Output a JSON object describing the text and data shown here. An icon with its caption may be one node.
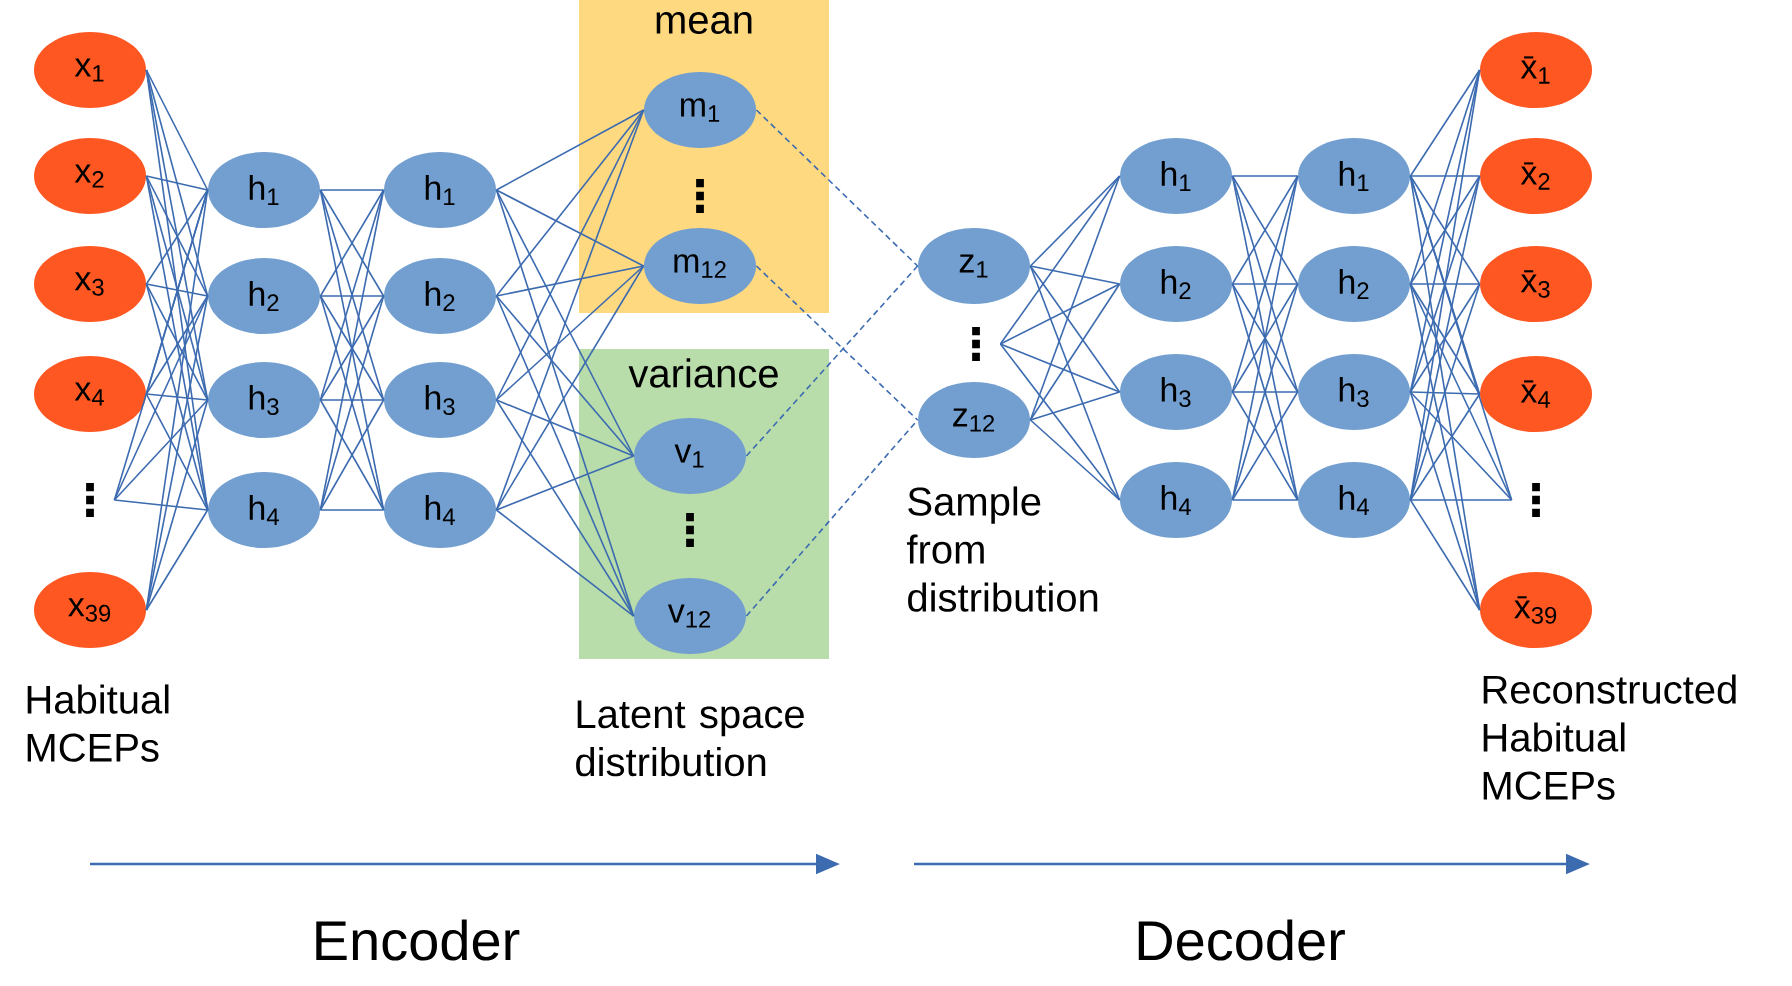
{
  "diagram": {
    "nodes": [
      {
        "text": [
          "x$_{1}$"
        ]
      },
      {
        "text": [
          "x$_{2}$"
        ]
      },
      {
        "text": [
          "x$_{3}$"
        ]
      },
      {
        "text": [
          "x$_{4}$"
        ]
      },
      {
        "text": [
          "⋮"
        ]
      },
      {
        "text": [
          "x$_{39}$"
        ]
      },
      {
        "text": [
          "h$_{1}$"
        ]
      },
      {
        "text": [
          "h$_{2}$"
        ]
      },
      {
        "text": [
          "h$_{3}$"
        ]
      },
      {
        "text": [
          "h$_{4}$"
        ]
      },
      {
        "text": [
          "h$_{1}$"
        ]
      },
      {
        "text": [
          "h$_{2}$"
        ]
      },
      {
        "text": [
          "h$_{3}$"
        ]
      },
      {
        "text": [
          "h$_{4}$"
        ]
      },
      {
        "text": [
          "mean"
        ]
      },
      {
        "text": [
          "m$_{1}$"
        ],
        "in": 14
      },
      {
        "text": [
          "⋮"
        ],
        "in": 14
      },
      {
        "text": [
          "m$_{12}$"
        ],
        "in": 14
      },
      {
        "text": [
          "variance"
        ]
      },
      {
        "text": [
          "v$_{1}$"
        ],
        "in": 18
      },
      {
        "text": [
          "⋮"
        ],
        "in": 18
      },
      {
        "text": [
          "v$_{12}$"
        ],
        "in": 18
      },
      {
        "text": [
          "z$_{1}$"
        ]
      },
      {
        "text": [
          "⋮"
        ]
      },
      {
        "text": [
          "z$_{12}$"
        ]
      },
      {
        "text": [
          "h$_{1}$"
        ]
      },
      {
        "text": [
          "h$_{2}$"
        ]
      },
      {
        "text": [
          "h$_{3}$"
        ]
      },
      {
        "text": [
          "h$_{4}$"
        ]
      },
      {
        "text": [
          "h$_{1}$"
        ]
      },
      {
        "text": [
          "h$_{2}$"
        ]
      },
      {
        "text": [
          "h$_{3}$"
        ]
      },
      {
        "text": [
          "h$_{4}$"
        ]
      },
      {
        "text": [
          "x̄$_{1}$"
        ]
      },
      {
        "text": [
          "x̄$_{2}$"
        ]
      },
      {
        "text": [
          "x̄$_{3}$"
        ]
      },
      {
        "text": [
          "x̄$_{4}$"
        ]
      },
      {
        "text": [
          "⋮"
        ]
      },
      {
        "text": [
          "x̄$_{39}$"
        ]
      }
    ],
    "edges": [
      {
        "from": 0,
        "to": 6,
        "arrow": "none"
      },
      {
        "from": 0,
        "to": 7,
        "arrow": "none"
      },
      {
        "from": 0,
        "to": 8,
        "arrow": "none"
      },
      {
        "from": 0,
        "to": 9,
        "arrow": "none"
      },
      {
        "from": 1,
        "to": 6,
        "arrow": "none"
      },
      {
        "from": 1,
        "to": 7,
        "arrow": "none"
      },
      {
        "from": 1,
        "to": 8,
        "arrow": "none"
      },
      {
        "from": 1,
        "to": 9,
        "arrow": "none"
      },
      {
        "from": 2,
        "to": 6,
        "arrow": "none"
      },
      {
        "from": 2,
        "to": 7,
        "arrow": "none"
      },
      {
        "from": 2,
        "to": 8,
        "arrow": "none"
      },
      {
        "from": 2,
        "to": 9,
        "arrow": "none"
      },
      {
        "from": 3,
        "to": 6,
        "arrow": "none"
      },
      {
        "from": 3,
        "to": 7,
        "arrow": "none"
      },
      {
        "from": 3,
        "to": 8,
        "arrow": "none"
      },
      {
        "from": 3,
        "to": 9,
        "arrow": "none"
      },
      {
        "from": 4,
        "to": 6,
        "arrow": "none"
      },
      {
        "from": 4,
        "to": 7,
        "arrow": "none"
      },
      {
        "from": 4,
        "to": 8,
        "arrow": "none"
      },
      {
        "from": 4,
        "to": 9,
        "arrow": "none"
      },
      {
        "from": 5,
        "to": 6,
        "arrow": "none"
      },
      {
        "from": 5,
        "to": 7,
        "arrow": "none"
      },
      {
        "from": 5,
        "to": 8,
        "arrow": "none"
      },
      {
        "from": 5,
        "to": 9,
        "arrow": "none"
      },
      {
        "from": 6,
        "to": 10,
        "arrow": "none"
      },
      {
        "from": 6,
        "to": 11,
        "arrow": "none"
      },
      {
        "from": 6,
        "to": 12,
        "arrow": "none"
      },
      {
        "from": 6,
        "to": 13,
        "arrow": "none"
      },
      {
        "from": 7,
        "to": 10,
        "arrow": "none"
      },
      {
        "from": 7,
        "to": 11,
        "arrow": "none"
      },
      {
        "from": 7,
        "to": 12,
        "arrow": "none"
      },
      {
        "from": 7,
        "to": 13,
        "arrow": "none"
      },
      {
        "from": 8,
        "to": 10,
        "arrow": "none"
      },
      {
        "from": 8,
        "to": 11,
        "arrow": "none"
      },
      {
        "from": 8,
        "to": 12,
        "arrow": "none"
      },
      {
        "from": 8,
        "to": 13,
        "arrow": "none"
      },
      {
        "from": 9,
        "to": 10,
        "arrow": "none"
      },
      {
        "from": 9,
        "to": 11,
        "arrow": "none"
      },
      {
        "from": 9,
        "to": 12,
        "arrow": "none"
      },
      {
        "from": 9,
        "to": 13,
        "arrow": "none"
      },
      {
        "from": 10,
        "to": 15,
        "arrow": "none"
      },
      {
        "from": 10,
        "to": 17,
        "arrow": "none"
      },
      {
        "from": 10,
        "to": 19,
        "arrow": "none"
      },
      {
        "from": 10,
        "to": 21,
        "arrow": "none"
      },
      {
        "from": 11,
        "to": 15,
        "arrow": "none"
      },
      {
        "from": 11,
        "to": 17,
        "arrow": "none"
      },
      {
        "from": 11,
        "to": 19,
        "arrow": "none"
      },
      {
        "from": 11,
        "to": 21,
        "arrow": "none"
      },
      {
        "from": 12,
        "to": 15,
        "arrow": "none"
      },
      {
        "from": 12,
        "to": 17,
        "arrow": "none"
      },
      {
        "from": 12,
        "to": 19,
        "arrow": "none"
      },
      {
        "from": 12,
        "to": 21,
        "arrow": "none"
      },
      {
        "from": 13,
        "to": 15,
        "arrow": "none"
      },
      {
        "from": 13,
        "to": 17,
        "arrow": "none"
      },
      {
        "from": 13,
        "to": 19,
        "arrow": "none"
      },
      {
        "from": 13,
        "to": 21,
        "arrow": "none"
      },
      {
        "from": 15,
        "to": 22,
        "arrow": "none",
        "style": "dashed"
      },
      {
        "from": 17,
        "to": 24,
        "arrow": "none",
        "style": "dashed"
      },
      {
        "from": 19,
        "to": 22,
        "arrow": "none",
        "style": "dashed"
      },
      {
        "from": 21,
        "to": 24,
        "arrow": "none",
        "style": "dashed"
      },
      {
        "from": 22,
        "to": 25,
        "arrow": "none"
      },
      {
        "from": 22,
        "to": 26,
        "arrow": "none"
      },
      {
        "from": 22,
        "to": 27,
        "arrow": "none"
      },
      {
        "from": 22,
        "to": 28,
        "arrow": "none"
      },
      {
        "from": 23,
        "to": 25,
        "arrow": "none"
      },
      {
        "from": 23,
        "to": 26,
        "arrow": "none"
      },
      {
        "from": 23,
        "to": 27,
        "arrow": "none"
      },
      {
        "from": 23,
        "to": 28,
        "arrow": "none"
      },
      {
        "from": 24,
        "to": 25,
        "arrow": "none"
      },
      {
        "from": 24,
        "to": 26,
        "arrow": "none"
      },
      {
        "from": 24,
        "to": 27,
        "arrow": "none"
      },
      {
        "from": 24,
        "to": 28,
        "arrow": "none"
      },
      {
        "from": 25,
        "to": 29,
        "arrow": "none"
      },
      {
        "from": 25,
        "to": 30,
        "arrow": "none"
      },
      {
        "from": 25,
        "to": 31,
        "arrow": "none"
      },
      {
        "from": 25,
        "to": 32,
        "arrow": "none"
      },
      {
        "from": 26,
        "to": 29,
        "arrow": "none"
      },
      {
        "from": 26,
        "to": 30,
        "arrow": "none"
      },
      {
        "from": 26,
        "to": 31,
        "arrow": "none"
      },
      {
        "from": 26,
        "to": 32,
        "arrow": "none"
      },
      {
        "from": 27,
        "to": 29,
        "arrow": "none"
      },
      {
        "from": 27,
        "to": 30,
        "arrow": "none"
      },
      {
        "from": 27,
        "to": 31,
        "arrow": "none"
      },
      {
        "from": 27,
        "to": 32,
        "arrow": "none"
      },
      {
        "from": 28,
        "to": 29,
        "arrow": "none"
      },
      {
        "from": 28,
        "to": 30,
        "arrow": "none"
      },
      {
        "from": 28,
        "to": 31,
        "arrow": "none"
      },
      {
        "from": 28,
        "to": 32,
        "arrow": "none"
      },
      {
        "from": 29,
        "to": 33,
        "arrow": "none"
      },
      {
        "from": 29,
        "to": 34,
        "arrow": "none"
      },
      {
        "from": 29,
        "to": 35,
        "arrow": "none"
      },
      {
        "from": 29,
        "to": 36,
        "arrow": "none"
      },
      {
        "from": 29,
        "to": 37,
        "arrow": "none"
      },
      {
        "from": 29,
        "to": 38,
        "arrow": "none"
      },
      {
        "from": 30,
        "to": 33,
        "arrow": "none"
      },
      {
        "from": 30,
        "to": 34,
        "arrow": "none"
      },
      {
        "from": 30,
        "to": 35,
        "arrow": "none"
      },
      {
        "from": 30,
        "to": 36,
        "arrow": "none"
      },
      {
        "from": 30,
        "to": 37,
        "arrow": "none"
      },
      {
        "from": 30,
        "to": 38,
        "arrow": "none"
      },
      {
        "from": 31,
        "to": 33,
        "arrow": "none"
      },
      {
        "from": 31,
        "to": 34,
        "arrow": "none"
      },
      {
        "from": 31,
        "to": 35,
        "arrow": "none"
      },
      {
        "from": 31,
        "to": 36,
        "arrow": "none"
      },
      {
        "from": 31,
        "to": 37,
        "arrow": "none"
      },
      {
        "from": 31,
        "to": 38,
        "arrow": "none"
      },
      {
        "from": 32,
        "to": 33,
        "arrow": "none"
      },
      {
        "from": 32,
        "to": 34,
        "arrow": "none"
      },
      {
        "from": 32,
        "to": 35,
        "arrow": "none"
      },
      {
        "from": 32,
        "to": 36,
        "arrow": "none"
      },
      {
        "from": 32,
        "to": 37,
        "arrow": "none"
      },
      {
        "from": 32,
        "to": 38,
        "arrow": "none"
      }
    ],
    "labels": [
      "Habitual MCEPs",
      "Latent space distribution",
      "Sample from distribution",
      "Reconstructed Habitual MCEPs",
      "Encoder",
      "Decoder"
    ]
  }
}
